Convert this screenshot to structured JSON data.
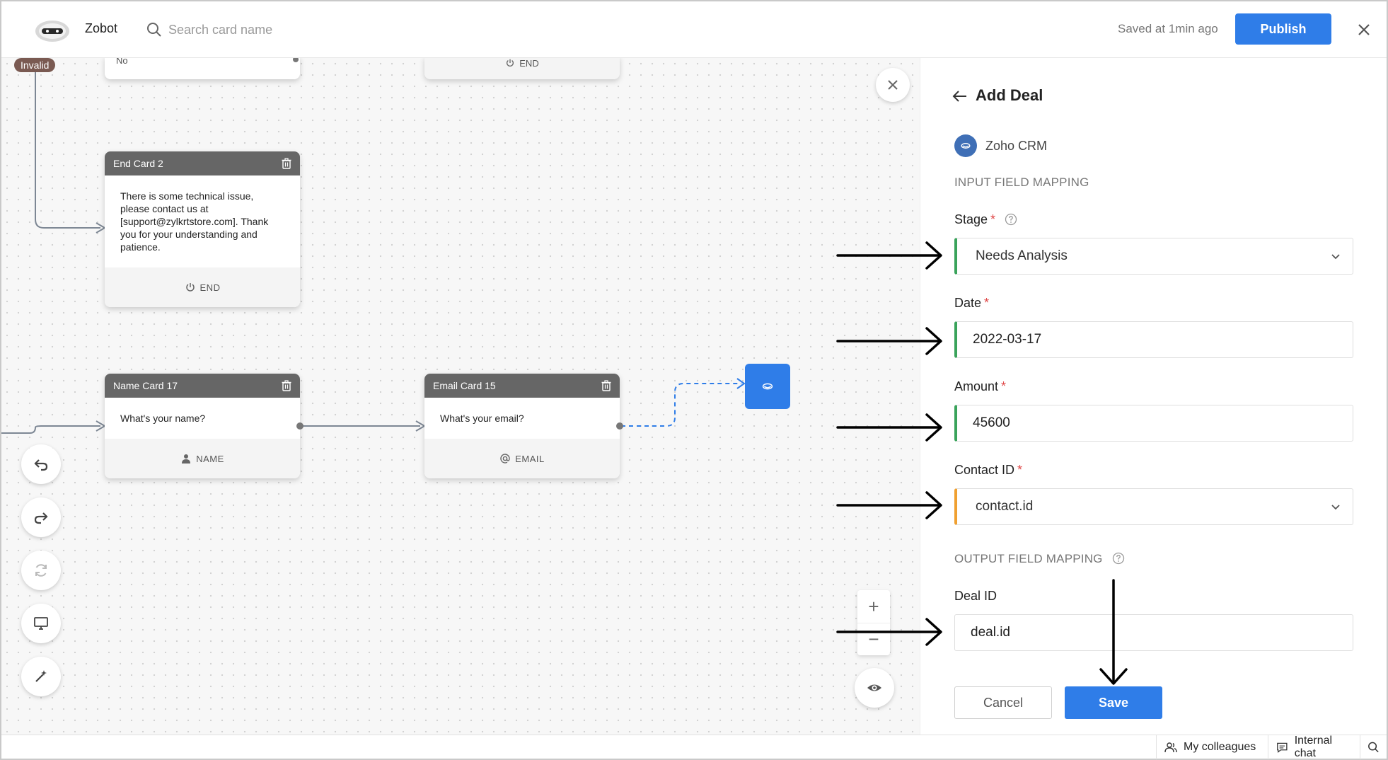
{
  "header": {
    "app_name": "Zobot",
    "search_placeholder": "Search card name",
    "saved_status": "Saved at 1min ago",
    "publish_label": "Publish"
  },
  "canvas": {
    "invalid_badge": "Invalid",
    "partial_left_text": "No",
    "partial_right_footer": "END",
    "cards": [
      {
        "title": "End Card 2",
        "body": "There is some technical issue, please contact us at [support@zylkrtstore.com]. Thank you for your understanding and patience.",
        "footer": "END"
      },
      {
        "title": "Name Card 17",
        "body": "What's your name?",
        "footer": "NAME"
      },
      {
        "title": "Email Card 15",
        "body": "What's your email?",
        "footer": "EMAIL"
      }
    ],
    "zoom_in": "+",
    "zoom_out": "−"
  },
  "panel": {
    "title": "Add Deal",
    "integration": "Zoho CRM",
    "input_mapping_label": "INPUT FIELD MAPPING",
    "output_mapping_label": "OUTPUT FIELD MAPPING",
    "required_mark": "*",
    "fields": {
      "stage": {
        "label": "Stage",
        "value": "Needs Analysis"
      },
      "date": {
        "label": "Date",
        "value": "2022-03-17"
      },
      "amount": {
        "label": "Amount",
        "value": "45600"
      },
      "contact_id": {
        "label": "Contact ID",
        "value": "contact.id"
      },
      "deal_id": {
        "label": "Deal ID",
        "value": "deal.id"
      }
    },
    "cancel_label": "Cancel",
    "save_label": "Save"
  },
  "footer": {
    "colleagues": "My colleagues",
    "internal_chat": "Internal chat"
  },
  "colors": {
    "accent": "#2f7de8",
    "valid_bar": "#3aa35b",
    "warning_bar": "#f0a030",
    "invalid_badge": "#7a5a52",
    "card_header": "#666666"
  },
  "icons": [
    "bot-logo-icon",
    "search-icon",
    "close-icon",
    "trash-icon",
    "power-icon",
    "user-icon",
    "at-icon",
    "undo-icon",
    "redo-icon",
    "refresh-icon",
    "monitor-icon",
    "magic-wand-icon",
    "eye-icon",
    "back-arrow-icon",
    "zoho-crm-icon",
    "help-icon",
    "chevron-down-icon",
    "colleagues-icon",
    "chat-icon"
  ]
}
